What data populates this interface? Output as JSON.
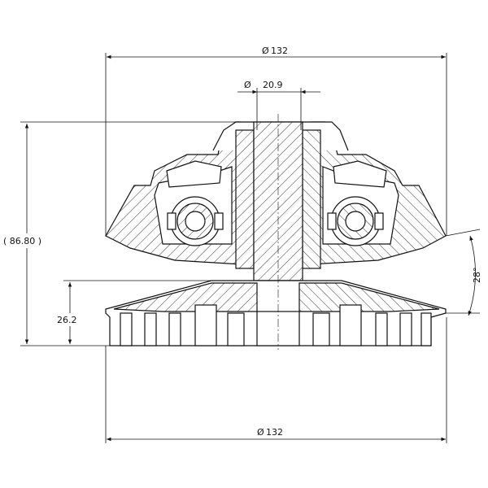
{
  "drawing": {
    "dimensions": {
      "top_diameter": {
        "symbol": "Ø",
        "value": "132"
      },
      "bore_diameter": {
        "symbol": "Ø",
        "value": "20.9"
      },
      "overall_height": "( 86.80 )",
      "base_height": "26.2",
      "tilt_angle": "28°",
      "bottom_diameter": {
        "symbol": "Ø",
        "value": "132"
      }
    }
  }
}
